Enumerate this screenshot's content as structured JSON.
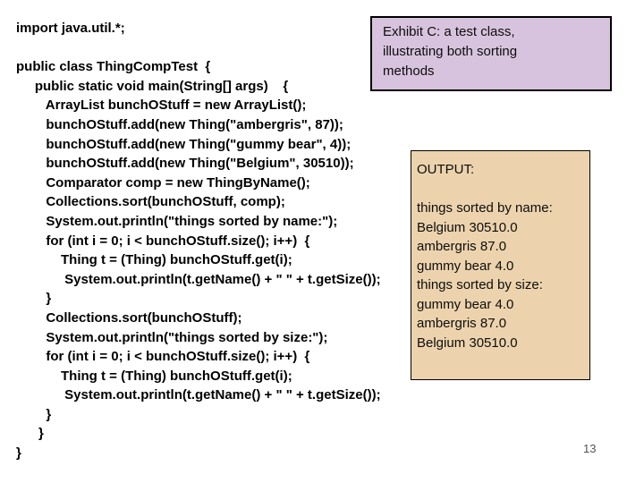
{
  "colors": {
    "callout-bg": "#d8c3de",
    "output-bg": "#ecd3ad"
  },
  "slide": {
    "page_number": "13",
    "code_lines": [
      "import java.util.*;",
      "",
      "public class ThingCompTest  {",
      "     public static void main(String[] args)    {",
      "        ArrayList bunchOStuff = new ArrayList();",
      "        bunchOStuff.add(new Thing(\"ambergris\", 87));",
      "        bunchOStuff.add(new Thing(\"gummy bear\", 4));",
      "        bunchOStuff.add(new Thing(\"Belgium\", 30510));",
      "        Comparator comp = new ThingByName();",
      "        Collections.sort(bunchOStuff, comp);",
      "        System.out.println(\"things sorted by name:\");",
      "        for (int i = 0; i < bunchOStuff.size(); i++)  {",
      "            Thing t = (Thing) bunchOStuff.get(i);",
      "             System.out.println(t.getName() + \" \" + t.getSize());",
      "        }",
      "        Collections.sort(bunchOStuff);",
      "        System.out.println(\"things sorted by size:\");",
      "        for (int i = 0; i < bunchOStuff.size(); i++)  {",
      "            Thing t = (Thing) bunchOStuff.get(i);",
      "             System.out.println(t.getName() + \" \" + t.getSize());",
      "        }",
      "      }",
      "}"
    ],
    "callout": {
      "lines": [
        "Exhibit C: a test class,",
        "illustrating both sorting",
        "methods"
      ]
    },
    "output_box": {
      "lines": [
        "OUTPUT:",
        "",
        "things sorted by name:",
        "Belgium 30510.0",
        "ambergris 87.0",
        "gummy bear 4.0",
        "things sorted by size:",
        "gummy bear 4.0",
        "ambergris 87.0",
        "Belgium 30510.0"
      ]
    }
  }
}
